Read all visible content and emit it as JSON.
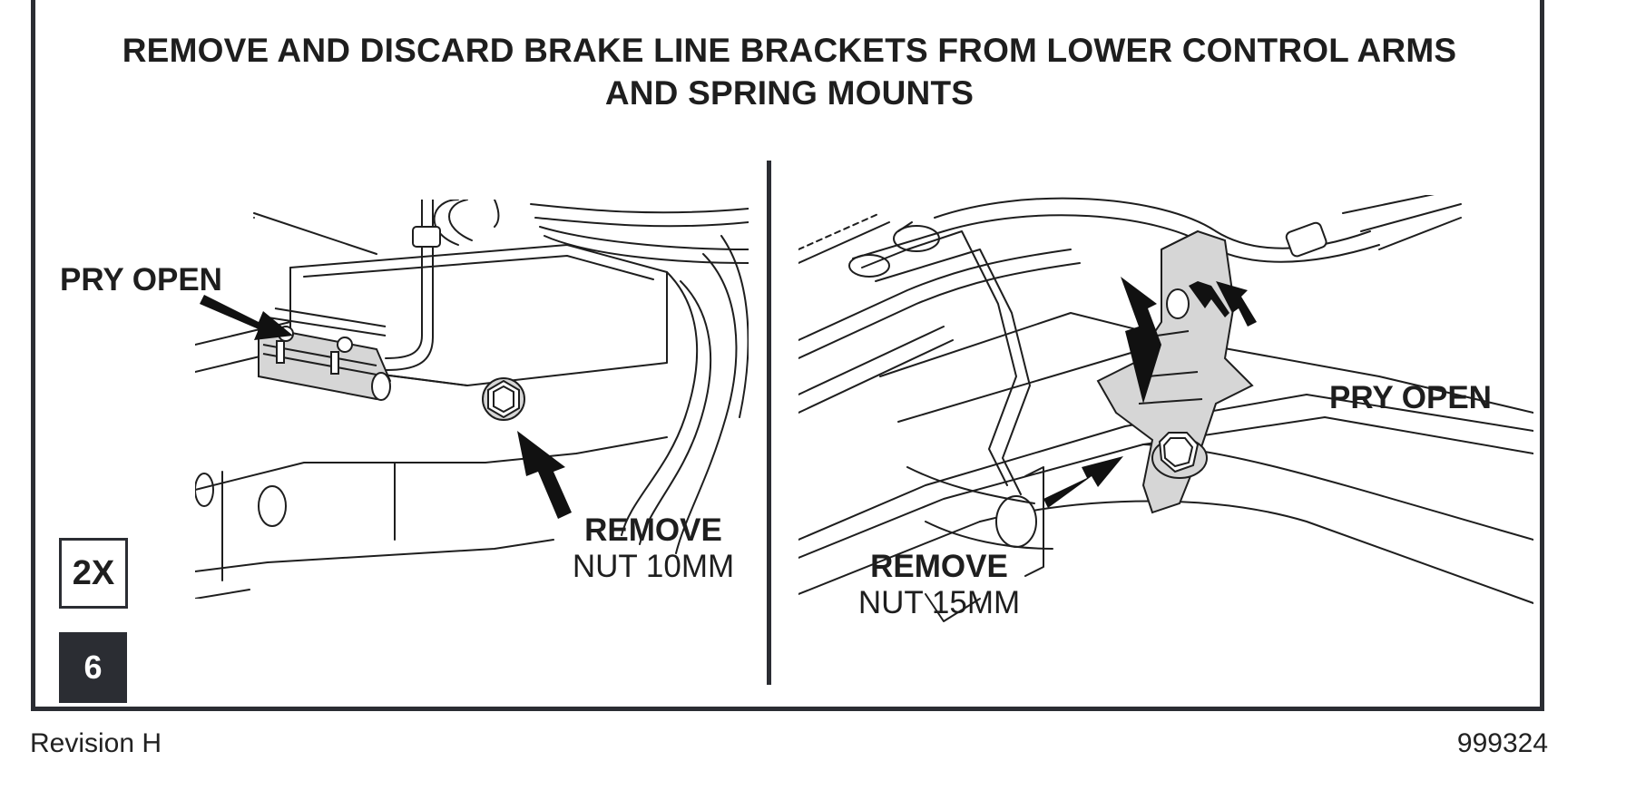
{
  "instruction": {
    "title_line1": "REMOVE AND DISCARD BRAKE LINE BRACKETS FROM LOWER CONTROL ARMS",
    "title_line2": "AND SPRING MOUNTS"
  },
  "left_panel": {
    "pry_label": "PRY OPEN",
    "remove_label": "REMOVE",
    "nut_label": "NUT 10MM"
  },
  "right_panel": {
    "pry_label": "PRY OPEN",
    "remove_label": "REMOVE",
    "nut_label": "NUT 15MM"
  },
  "quantity_badge": "2X",
  "step_number": "6",
  "footer": {
    "revision": "Revision H",
    "doc_number": "999324"
  },
  "colors": {
    "frame": "#2b2d33",
    "part_fill": "#d6d6d6",
    "line": "#1e1e1e"
  }
}
